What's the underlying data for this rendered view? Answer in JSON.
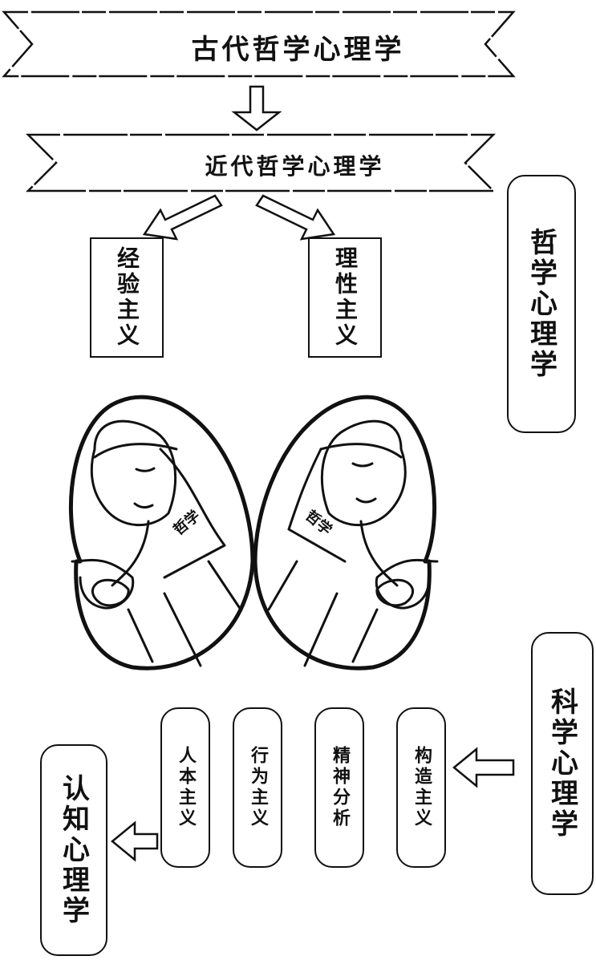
{
  "title_top": "古代哲学心理学",
  "title_second": "近代哲学心理学",
  "empiricism": "经验主义",
  "rationalism": "理性主义",
  "philosophical_psychology": "哲学心理学",
  "mother_label_left": "哲学",
  "mother_label_right": "哲学",
  "scientific_psychology": "科学心理学",
  "structuralism": "构造主义",
  "psychoanalysis": "精神分析",
  "behaviorism": "行为主义",
  "humanism": "人本主义",
  "cognitive_psychology": "认知心理学"
}
